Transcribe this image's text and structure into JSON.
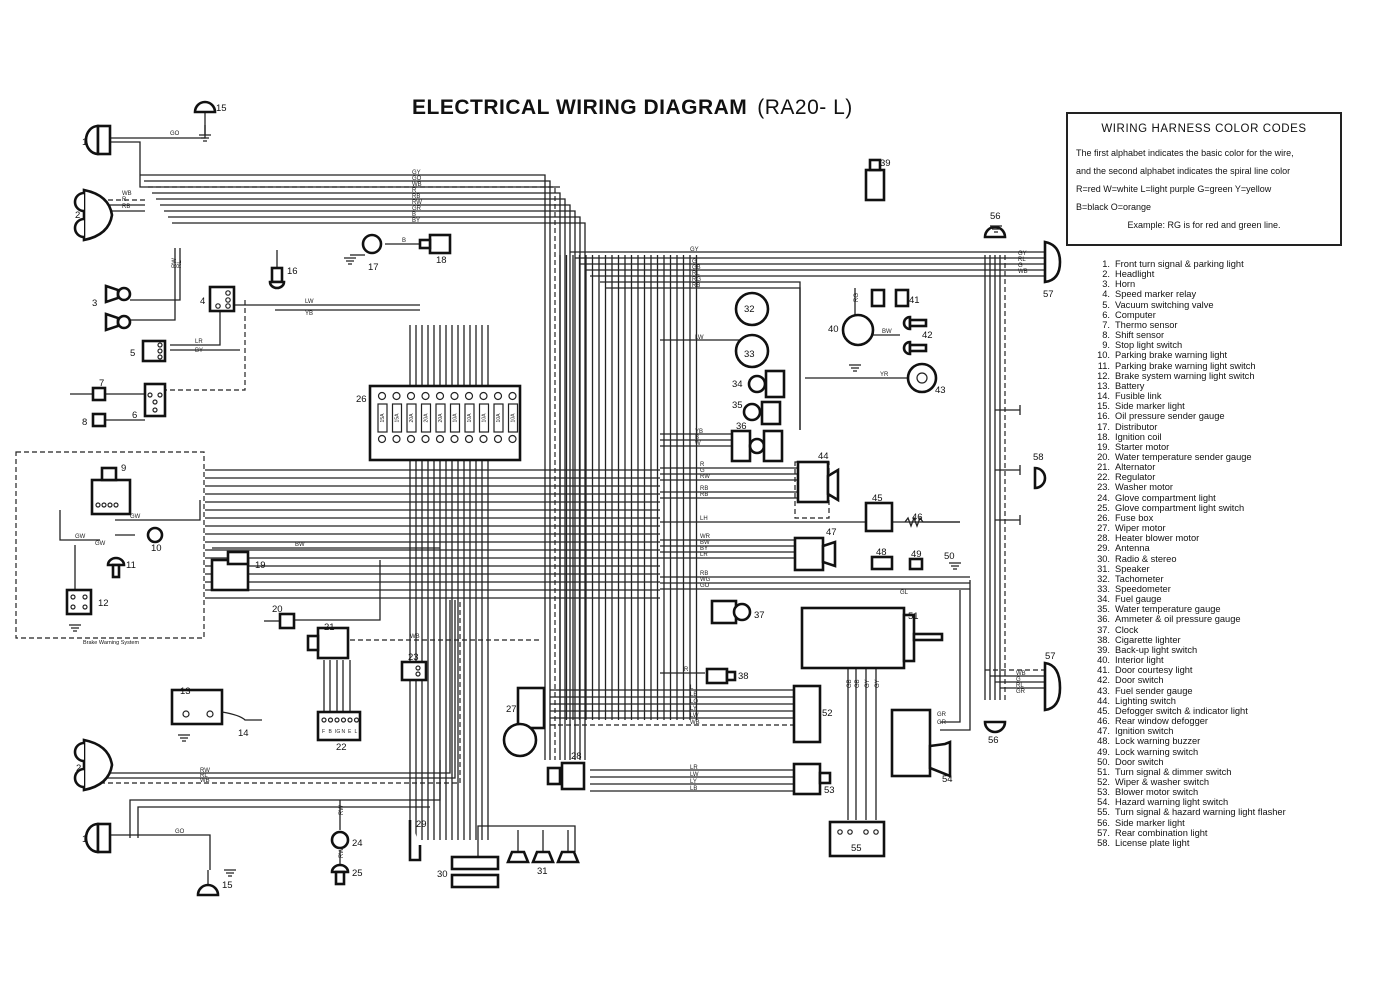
{
  "title": {
    "main": "ELECTRICAL WIRING DIAGRAM",
    "model": "(RA20- L)"
  },
  "color_codes": {
    "heading": "WIRING HARNESS COLOR CODES",
    "lines": [
      "The first alphabet indicates the basic color for the wire,",
      "and the second alphabet indicates the spiral line color",
      "R=red  W=white  L=light purple  G=green  Y=yellow",
      "B=black  O=orange"
    ],
    "example": "Example: RG is for red and green line.",
    "colors": {
      "R": "red",
      "W": "white",
      "L": "light purple",
      "G": "green",
      "Y": "yellow",
      "B": "black",
      "O": "orange"
    }
  },
  "components": [
    {
      "n": "1.",
      "name": "Front turn signal & parking light"
    },
    {
      "n": "2.",
      "name": "Headlight"
    },
    {
      "n": "3.",
      "name": "Horn"
    },
    {
      "n": "4.",
      "name": "Speed marker relay"
    },
    {
      "n": "5.",
      "name": "Vacuum switching valve"
    },
    {
      "n": "6.",
      "name": "Computer"
    },
    {
      "n": "7.",
      "name": "Thermo sensor"
    },
    {
      "n": "8.",
      "name": "Shift sensor"
    },
    {
      "n": "9.",
      "name": "Stop light switch"
    },
    {
      "n": "10.",
      "name": "Parking brake warning light"
    },
    {
      "n": "11.",
      "name": "Parking brake warning light switch"
    },
    {
      "n": "12.",
      "name": "Brake system warning light switch"
    },
    {
      "n": "13.",
      "name": "Battery"
    },
    {
      "n": "14.",
      "name": "Fusible link"
    },
    {
      "n": "15.",
      "name": "Side marker light"
    },
    {
      "n": "16.",
      "name": "Oil pressure sender gauge"
    },
    {
      "n": "17.",
      "name": "Distributor"
    },
    {
      "n": "18.",
      "name": "Ignition coil"
    },
    {
      "n": "19.",
      "name": "Starter motor"
    },
    {
      "n": "20.",
      "name": "Water temperature sender gauge"
    },
    {
      "n": "21.",
      "name": "Alternator"
    },
    {
      "n": "22.",
      "name": "Regulator"
    },
    {
      "n": "23.",
      "name": "Washer motor"
    },
    {
      "n": "24.",
      "name": "Glove compartment light"
    },
    {
      "n": "25.",
      "name": "Glove compartment light switch"
    },
    {
      "n": "26.",
      "name": "Fuse box"
    },
    {
      "n": "27.",
      "name": "Wiper motor"
    },
    {
      "n": "28.",
      "name": "Heater blower motor"
    },
    {
      "n": "29.",
      "name": "Antenna"
    },
    {
      "n": "30.",
      "name": "Radio & stereo"
    },
    {
      "n": "31.",
      "name": "Speaker"
    },
    {
      "n": "32.",
      "name": "Tachometer"
    },
    {
      "n": "33.",
      "name": "Speedometer"
    },
    {
      "n": "34.",
      "name": "Fuel gauge"
    },
    {
      "n": "35.",
      "name": "Water temperature gauge"
    },
    {
      "n": "36.",
      "name": "Ammeter & oil pressure gauge"
    },
    {
      "n": "37.",
      "name": "Clock"
    },
    {
      "n": "38.",
      "name": "Cigarette lighter"
    },
    {
      "n": "39.",
      "name": "Back-up light switch"
    },
    {
      "n": "40.",
      "name": "Interior light"
    },
    {
      "n": "41.",
      "name": "Door courtesy light"
    },
    {
      "n": "42.",
      "name": "Door switch"
    },
    {
      "n": "43.",
      "name": "Fuel sender gauge"
    },
    {
      "n": "44.",
      "name": "Lighting switch"
    },
    {
      "n": "45.",
      "name": "Defogger switch & indicator light"
    },
    {
      "n": "46.",
      "name": "Rear window defogger"
    },
    {
      "n": "47.",
      "name": "Ignition switch"
    },
    {
      "n": "48.",
      "name": "Lock warning buzzer"
    },
    {
      "n": "49.",
      "name": "Lock warning switch"
    },
    {
      "n": "50.",
      "name": "Door switch"
    },
    {
      "n": "51.",
      "name": "Turn signal & dimmer switch"
    },
    {
      "n": "52.",
      "name": "Wiper & washer switch"
    },
    {
      "n": "53.",
      "name": "Blower motor switch"
    },
    {
      "n": "54.",
      "name": "Hazard warning light switch"
    },
    {
      "n": "55.",
      "name": "Turn signal & hazard warning light flasher"
    },
    {
      "n": "56.",
      "name": "Side marker light"
    },
    {
      "n": "57.",
      "name": "Rear combination light"
    },
    {
      "n": "58.",
      "name": "License plate light"
    }
  ],
  "fuse_box": {
    "ratings": [
      "15A",
      "15A",
      "20A",
      "20A",
      "20A",
      "10A",
      "10A",
      "10A",
      "10A",
      "10A"
    ]
  },
  "brake_system_label": "Brake Warning System",
  "regulator_terminals": [
    "F",
    "B",
    "IG",
    "N",
    "E",
    "L"
  ],
  "wire_labels": {
    "front_top": [
      "GO",
      "WB",
      "R",
      "RB",
      "RW",
      "RL",
      "GB",
      "GL"
    ],
    "harness_top": [
      "GY",
      "GO",
      "WB",
      "R",
      "RB",
      "RW",
      "GR",
      "B",
      "BY"
    ],
    "ign": "B",
    "relay": [
      "LW",
      "YB",
      "LR",
      "BY",
      "BY",
      "LW",
      "LW"
    ],
    "gauge": [
      "GY",
      "G",
      "GB",
      "RL",
      "RG",
      "RB",
      "LW",
      "YB",
      "B",
      "W",
      "YR",
      "RG",
      "BW",
      "RL"
    ],
    "lighting": [
      "R",
      "G",
      "RW",
      "RB",
      "RB",
      "LH",
      "WR",
      "BW",
      "BY",
      "LR",
      "RB",
      "WG",
      "GO",
      "GL"
    ],
    "wiper": [
      "R",
      "L",
      "LB",
      "LO",
      "LY",
      "LW",
      "WB",
      "LR",
      "LW",
      "LY",
      "LB"
    ],
    "turn": [
      "GB",
      "GB",
      "GY",
      "GY",
      "GR",
      "GR",
      "GL",
      "GW",
      "G"
    ],
    "rear": [
      "GY",
      "RL",
      "G",
      "WB",
      "WB",
      "G",
      "RL",
      "GR"
    ],
    "bottom": [
      "RW",
      "RL",
      "WB",
      "GO",
      "GB",
      "GO",
      "RW",
      "RW"
    ],
    "brake": [
      "GW",
      "GW",
      "GW"
    ],
    "misc": [
      "BW",
      "WB",
      "B",
      "B",
      "RW",
      "RW"
    ]
  },
  "callouts": [
    "1",
    "2",
    "3",
    "4",
    "5",
    "6",
    "7",
    "8",
    "9",
    "10",
    "11",
    "12",
    "13",
    "14",
    "15",
    "16",
    "17",
    "18",
    "19",
    "20",
    "21",
    "22",
    "23",
    "24",
    "25",
    "26",
    "27",
    "28",
    "29",
    "30",
    "31",
    "32",
    "33",
    "34",
    "35",
    "36",
    "37",
    "38",
    "39",
    "40",
    "41",
    "42",
    "43",
    "44",
    "45",
    "46",
    "47",
    "48",
    "49",
    "50",
    "51",
    "52",
    "53",
    "54",
    "55",
    "56",
    "57",
    "58"
  ]
}
